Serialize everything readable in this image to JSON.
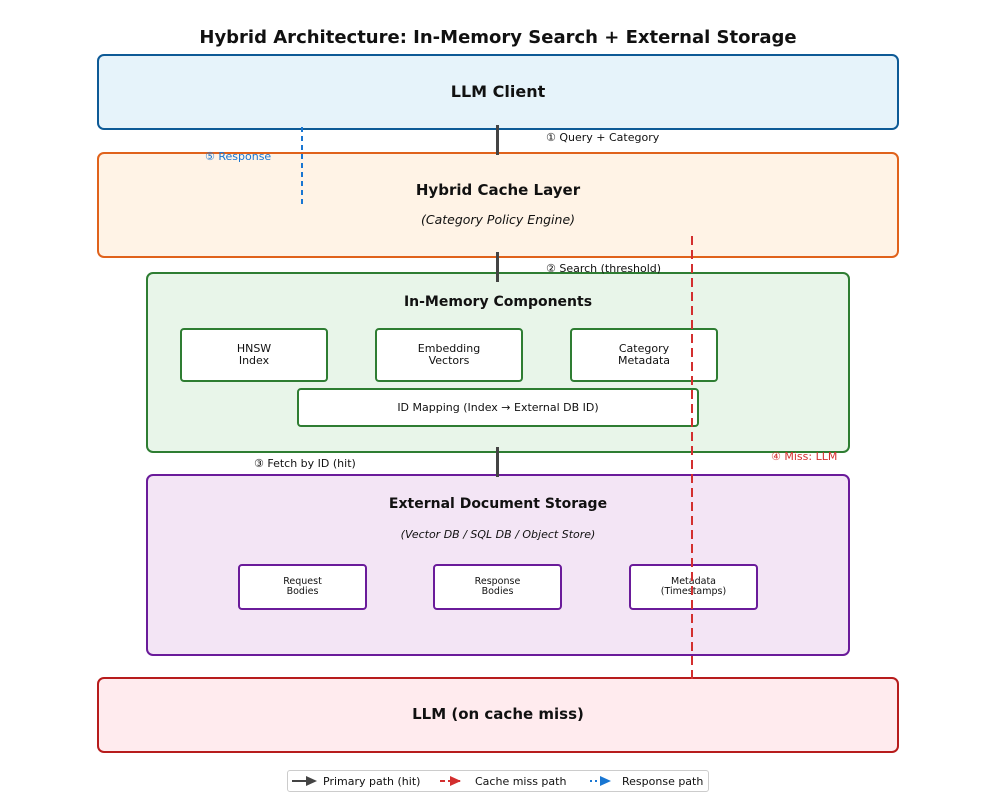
{
  "title": "Hybrid Architecture: In-Memory Search + External Storage",
  "colors": {
    "client_border": "#0d5a96",
    "client_fill": "#e6f3fa",
    "cache_border": "#e0621b",
    "cache_fill": "#fff3e6",
    "memory_border": "#2e7d32",
    "memory_fill": "#e8f5e9",
    "storage_border": "#6a1b9a",
    "storage_fill": "#f3e5f5",
    "llm_border": "#b71c1c",
    "llm_fill": "#ffebee",
    "primary_path": "#444444",
    "miss_path": "#d32f2f",
    "response_path": "#1976d2"
  },
  "nodes": {
    "client": {
      "title": "LLM Client"
    },
    "cache": {
      "title": "Hybrid Cache Layer",
      "subtitle": "(Category Policy Engine)"
    },
    "memory": {
      "title": "In-Memory Components",
      "components": [
        "HNSW\nIndex",
        "Embedding\nVectors",
        "Category\nMetadata"
      ],
      "mapping": "ID Mapping (Index → External DB ID)"
    },
    "storage": {
      "title": "External Document Storage",
      "subtitle": "(Vector DB / SQL DB / Object Store)",
      "components": [
        "Request\nBodies",
        "Response\nBodies",
        "Metadata\n(Timestamps)"
      ]
    },
    "llm": {
      "title": "LLM (on cache miss)"
    }
  },
  "edges": {
    "query": "① Query + Category",
    "search": "② Search (threshold)",
    "fetch": "③ Fetch by ID (hit)",
    "miss": "④ Miss: LLM",
    "response": "⑤ Response"
  },
  "legend": {
    "primary": "Primary path (hit)",
    "miss": "Cache miss path",
    "response": "Response path"
  }
}
